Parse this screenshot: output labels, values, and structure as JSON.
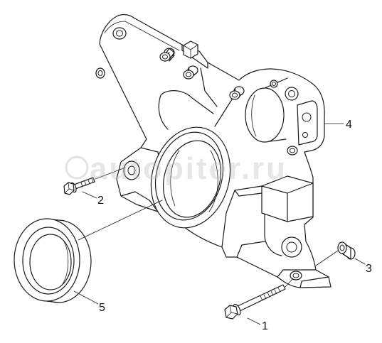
{
  "diagram": {
    "callouts": {
      "part_1": "1",
      "part_2": "2",
      "part_3": "3",
      "part_4": "4",
      "part_5": "5"
    },
    "watermark": "autopiter.ru"
  },
  "colors": {
    "line": "#1a1a1a",
    "background": "#ffffff",
    "watermark": "#b8b8b8"
  }
}
